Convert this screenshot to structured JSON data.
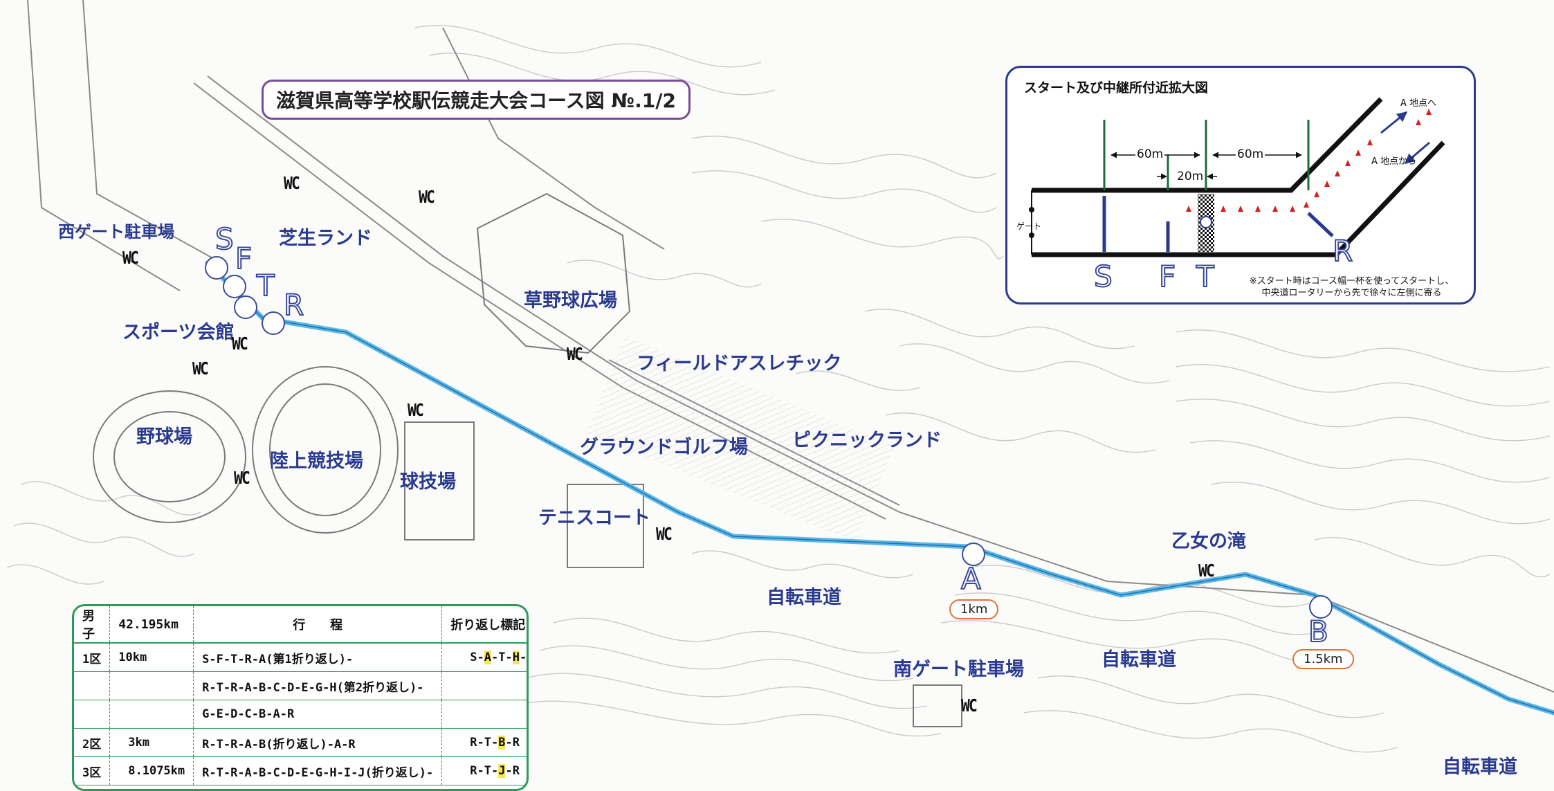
{
  "title": "滋賀県高等学校駅伝競走大会コース図 №.1/2",
  "map_labels": [
    {
      "id": "west-gate-parking",
      "text": "西ゲート駐車場"
    },
    {
      "id": "shiba-land",
      "text": "芝生ランド"
    },
    {
      "id": "kusano-baseball",
      "text": "草野球広場"
    },
    {
      "id": "sports-hall",
      "text": "スポーツ会館"
    },
    {
      "id": "field-athletic",
      "text": "フィールドアスレチック"
    },
    {
      "id": "baseball-stadium",
      "text": "野球場"
    },
    {
      "id": "athletics-stadium",
      "text": "陸上競技場"
    },
    {
      "id": "ball-stadium",
      "text": "球技場"
    },
    {
      "id": "ground-golf",
      "text": "グラウンドゴルフ場"
    },
    {
      "id": "picnic-land",
      "text": "ピクニックランド"
    },
    {
      "id": "tennis-court",
      "text": "テニスコート"
    },
    {
      "id": "otome-falls",
      "text": "乙女の滝"
    },
    {
      "id": "bike-path-1",
      "text": "自転車道"
    },
    {
      "id": "south-gate-parking",
      "text": "南ゲート駐車場"
    },
    {
      "id": "bike-path-2",
      "text": "自転車道"
    },
    {
      "id": "bike-path-3",
      "text": "自転車道"
    }
  ],
  "wc_label": "WC",
  "checkpoints": {
    "S": "S",
    "F": "F",
    "T": "T",
    "R": "R",
    "A": "A",
    "B": "B",
    "A_distance": "1km",
    "B_distance": "1.5km"
  },
  "inset": {
    "title": "スタート及び中継所付近拡大図",
    "dim_60m_left": "60m",
    "dim_60m_right": "60m",
    "dim_20m": "20m",
    "gate": "ゲート",
    "to_a": "A 地点へ",
    "from_a": "A 地点から",
    "letters": [
      "S",
      "F",
      "T",
      "R"
    ],
    "note_line1": "※スタート時はコース幅一杯を使ってスタートし、",
    "note_line2": "中央道ロータリーから先で徐々に左側に寄る"
  },
  "schedule": {
    "headers": [
      "男子",
      "42.195km",
      "行　　程",
      "折り返し標記"
    ],
    "rows": [
      {
        "leg": "1区",
        "dist": "10km",
        "route": "S-F-T-R-A(第1折り返し)-",
        "marker_pre": "S-",
        "marker_hl1": "A",
        "marker_mid": "-T-",
        "marker_hl2": "H",
        "marker_post": "-R"
      },
      {
        "leg": "",
        "dist": "",
        "route": "R-T-R-A-B-C-D-E-G-H(第2折り返し)-",
        "marker": ""
      },
      {
        "leg": "",
        "dist": "",
        "route": "G-E-D-C-B-A-R",
        "marker": ""
      },
      {
        "leg": "2区",
        "dist": "3km",
        "route": "R-T-R-A-B(折り返し)-A-R",
        "marker_pre": "R-T-",
        "marker_hl": "B",
        "marker_post": "-R"
      },
      {
        "leg": "3区",
        "dist": "8.1075km",
        "route": "R-T-R-A-B-C-D-E-G-H-I-J(折り返し)-",
        "marker_pre": "R-T-",
        "marker_hl": "J",
        "marker_post": "-R"
      }
    ]
  },
  "colors": {
    "route": "#5ab7e6",
    "label": "#2a3a8f",
    "title_border": "#7a4a9a",
    "schedule_border": "#2e9a5a",
    "km_border": "#e0733a",
    "inset_green": "#1e6b3a",
    "inset_blue": "#2a3a8f",
    "cone_red": "#d62020",
    "highlight": "#f3e65a"
  }
}
